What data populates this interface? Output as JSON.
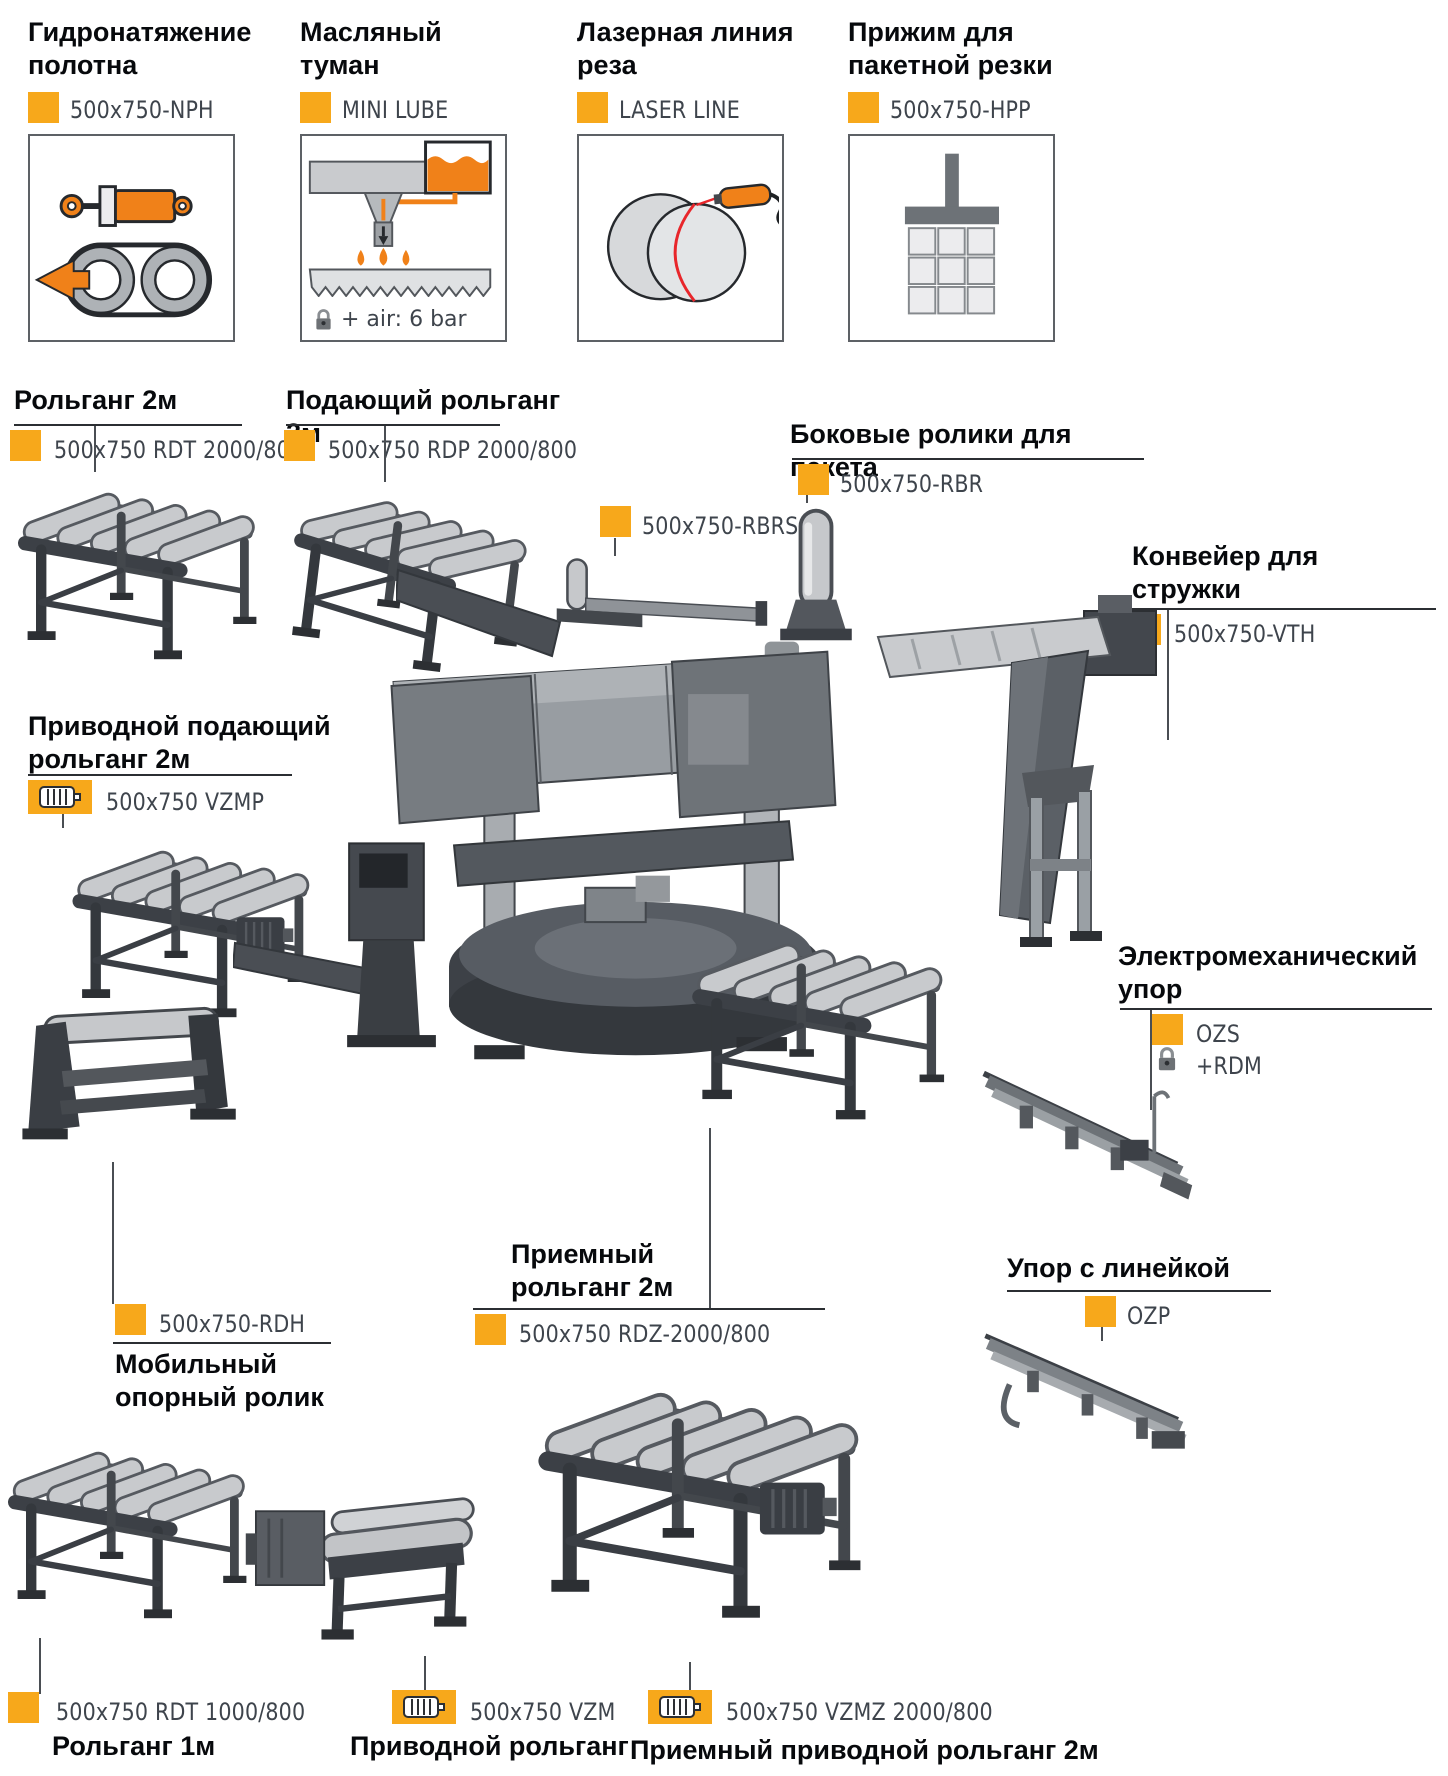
{
  "accent": "#F7A81B",
  "top_cards": [
    {
      "title": "Гидронатяжение\nполотна",
      "code": "500x750-NPH"
    },
    {
      "title": "Масляный\nтуман",
      "code": "MINI LUBE",
      "note": "+ air: 6 bar"
    },
    {
      "title": "Лазерная линия\nреза",
      "code": "LASER LINE"
    },
    {
      "title": "Прижим для\nпакетной резки",
      "code": "500x750-HPP"
    }
  ],
  "items": {
    "rdt2000": {
      "title": "Рольганг 2м",
      "code": "500x750 RDT 2000/800"
    },
    "rdp2000": {
      "title": "Подающий рольганг 2м",
      "code": "500x750 RDP 2000/800"
    },
    "rbrs": {
      "code": "500x750-RBRS"
    },
    "rbr": {
      "title": "Боковые ролики для пакета",
      "code": "500x750-RBR"
    },
    "vth": {
      "title": "Конвейер для\nстружки",
      "code": "500x750-VTH"
    },
    "vzmp": {
      "title": "Приводной подающий\nрольганг 2м",
      "code": "500x750 VZMP"
    },
    "ozs": {
      "title": "Электромеханический\nупор",
      "code": "OZS",
      "addon": "+RDM"
    },
    "rdh": {
      "code": "500x750-RDH",
      "title": "Мобильный\nопорный ролик"
    },
    "rdz": {
      "title": "Приемный\nрольганг 2м",
      "code": "500x750 RDZ-2000/800"
    },
    "ozp": {
      "title": "Упор с линейкой",
      "code": "OZP"
    },
    "rdt1000": {
      "code": "500x750 RDT 1000/800",
      "title": "Рольганг 1м"
    },
    "vzm": {
      "code": "500x750 VZM",
      "title": "Приводной рольганг"
    },
    "vzmz": {
      "code": "500x750 VZMZ 2000/800",
      "title": "Приемный приводной рольганг 2м"
    }
  }
}
